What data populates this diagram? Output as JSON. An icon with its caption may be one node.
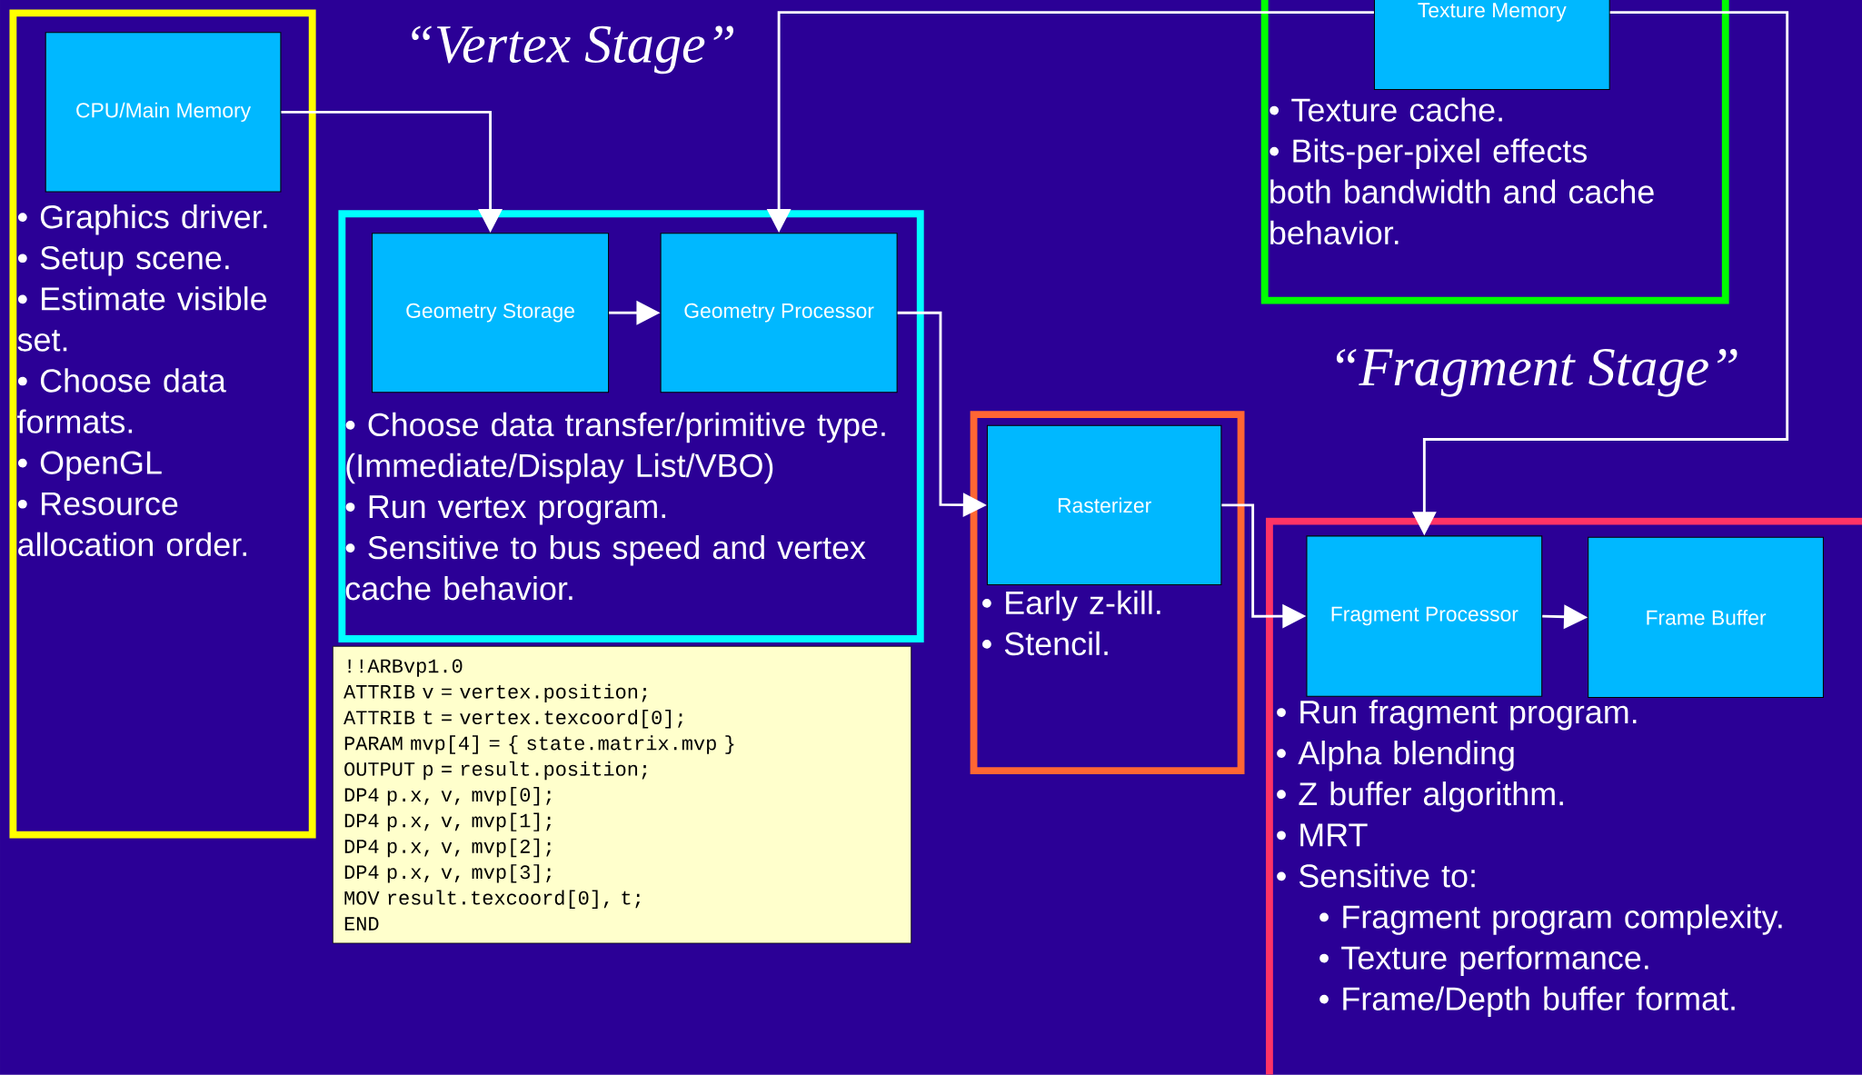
{
  "diagram": {
    "nodes": [
      {
        "text": [
          "• Graphics driver.",
          "• Setup scene.",
          "• Estimate visible set.",
          "• Choose data formats.",
          "• OpenGL",
          "• Resource allocation order."
        ]
      },
      {
        "text": [
          "CPU/Main Memory"
        ],
        "in": 0
      },
      {
        "text": [
          "• Choose data transfer/primitive type. (Immediate/Display List/VBO)",
          "• Run vertex program.",
          "• Sensitive to bus speed and vertex cache behavior."
        ]
      },
      {
        "text": [
          "Geometry Storage"
        ],
        "in": 2
      },
      {
        "text": [
          "Geometry Processor"
        ],
        "in": 2
      },
      {
        "text": [
          "!!ARBvp1.0",
          "ATTRIB v      = vertex.position;",
          "ATTRIB t      = vertex.texcoord[0];",
          "PARAM  mvp[4] = { state.matrix.mvp }",
          "OUTPUT p      = result.position;",
          "DP4 p.x, v, mvp[0];",
          "DP4 p.x, v, mvp[1];",
          "DP4 p.x, v, mvp[2];",
          "DP4 p.x, v, mvp[3];",
          "MOV result.texcoord[0], t;",
          "END"
        ]
      },
      {
        "text": [
          "• Texture cache.",
          "• Bits-per-pixel effects both bandwidth and cache behavior."
        ]
      },
      {
        "text": [
          "Texture Memory"
        ],
        "in": 6
      },
      {
        "text": [
          "• Early z-kill.",
          "• Stencil."
        ]
      },
      {
        "text": [
          "Rasterizer"
        ],
        "in": 8
      },
      {
        "text": [
          "• Run fragment program.",
          "• Alpha blending",
          "• Z buffer algorithm.",
          "• MRT",
          "• Sensitive to:",
          "•   Fragment program complexity.",
          "•   Texture performance.",
          "•   Frame/Depth buffer format."
        ]
      },
      {
        "text": [
          "Fragment Processor"
        ],
        "in": 10
      },
      {
        "text": [
          "Frame Buffer"
        ],
        "in": 10
      }
    ],
    "edges": [
      {
        "from": 1,
        "to": 3,
        "arrow": "to"
      },
      {
        "from": 3,
        "to": 4,
        "arrow": "to"
      },
      {
        "from": 7,
        "to": 4,
        "arrow": "to"
      },
      {
        "from": 7,
        "to": 11,
        "arrow": "to"
      },
      {
        "from": 4,
        "to": 9,
        "arrow": "to"
      },
      {
        "from": 9,
        "to": 11,
        "arrow": "to"
      },
      {
        "from": 11,
        "to": 12,
        "arrow": "to"
      }
    ],
    "labels": [
      "“Vertex Stage”",
      "“Fragment Stage”"
    ]
  }
}
